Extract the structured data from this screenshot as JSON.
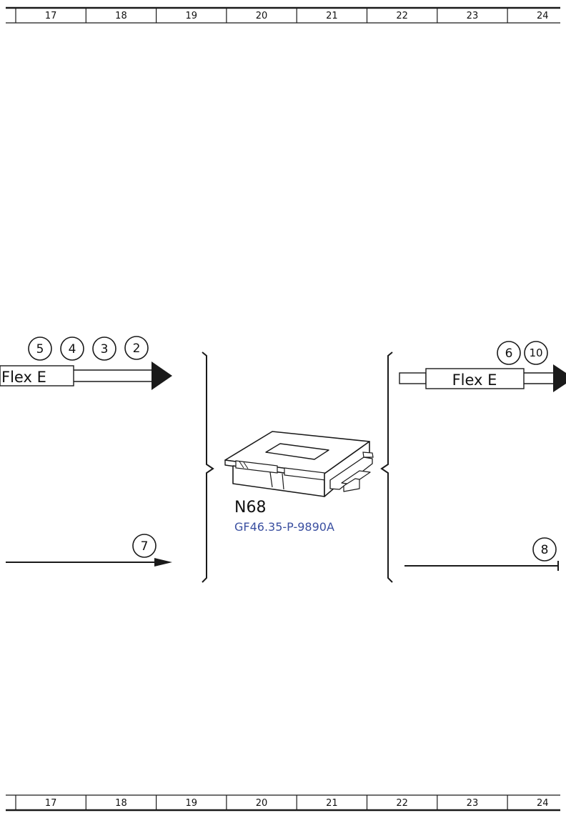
{
  "grid": {
    "columns": [
      "17",
      "18",
      "19",
      "20",
      "21",
      "22",
      "23",
      "24"
    ]
  },
  "left_side": {
    "bus_label": "Flex E",
    "bus_markers": [
      "5",
      "4",
      "3",
      "2"
    ],
    "line_marker": "7"
  },
  "right_side": {
    "bus_label": "Flex E",
    "bus_markers": [
      "6",
      "10"
    ],
    "line_marker": "8"
  },
  "component": {
    "code": "N68",
    "document_ref": "GF46.35-P-9890A",
    "icon": "control-unit-icon"
  },
  "colors": {
    "line": "#1a1a1a",
    "link": "#3a4fa0"
  }
}
